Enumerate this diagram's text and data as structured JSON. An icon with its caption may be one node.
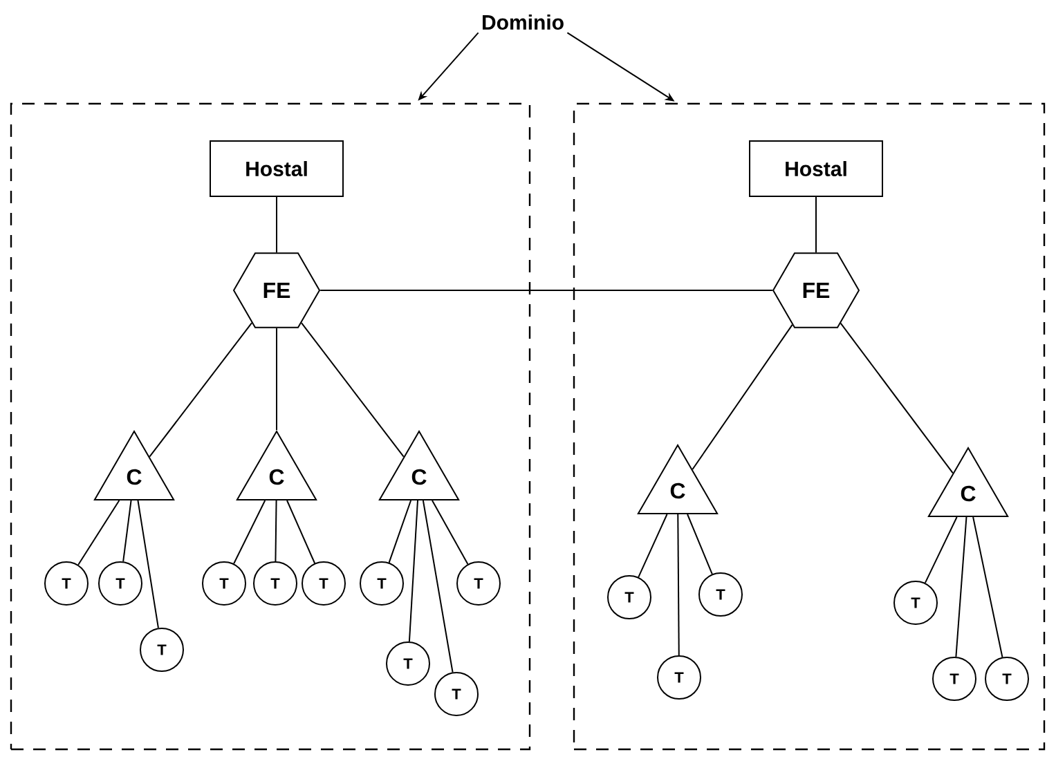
{
  "diagram": {
    "nodes": [
      {
        "text": [
          "Dominio"
        ]
      },
      {
        "text": [],
        "shape": "box"
      },
      {
        "text": [],
        "shape": "box"
      },
      {
        "text": [
          "Hostal"
        ],
        "in": 1
      },
      {
        "text": [
          "FE"
        ],
        "in": 1
      },
      {
        "text": [
          "C"
        ],
        "in": 1
      },
      {
        "text": [
          "C"
        ],
        "in": 1
      },
      {
        "text": [
          "C"
        ],
        "in": 1
      },
      {
        "text": [
          "T"
        ],
        "in": 1
      },
      {
        "text": [
          "T"
        ],
        "in": 1
      },
      {
        "text": [
          "T"
        ],
        "in": 1
      },
      {
        "text": [
          "T"
        ],
        "in": 1
      },
      {
        "text": [
          "T"
        ],
        "in": 1
      },
      {
        "text": [
          "T"
        ],
        "in": 1
      },
      {
        "text": [
          "T"
        ],
        "in": 1
      },
      {
        "text": [
          "T"
        ],
        "in": 1
      },
      {
        "text": [
          "T"
        ],
        "in": 1
      },
      {
        "text": [
          "T"
        ],
        "in": 1
      },
      {
        "text": [
          "Hostal"
        ],
        "in": 2
      },
      {
        "text": [
          "FE"
        ],
        "in": 2
      },
      {
        "text": [
          "C"
        ],
        "in": 2
      },
      {
        "text": [
          "C"
        ],
        "in": 2
      },
      {
        "text": [
          "T"
        ],
        "in": 2
      },
      {
        "text": [
          "T"
        ],
        "in": 2
      },
      {
        "text": [
          "T"
        ],
        "in": 2
      },
      {
        "text": [
          "T"
        ],
        "in": 2
      },
      {
        "text": [
          "T"
        ],
        "in": 2
      },
      {
        "text": [
          "T"
        ],
        "in": 2
      }
    ],
    "edges": [
      {
        "from": 0,
        "to": 1,
        "arrow": "to"
      },
      {
        "from": 0,
        "to": 2,
        "arrow": "to"
      },
      {
        "from": 3,
        "to": 4,
        "arrow": "none"
      },
      {
        "from": 4,
        "to": 19,
        "arrow": "none"
      },
      {
        "from": 4,
        "to": 5,
        "arrow": "none"
      },
      {
        "from": 4,
        "to": 6,
        "arrow": "none"
      },
      {
        "from": 4,
        "to": 7,
        "arrow": "none"
      },
      {
        "from": 5,
        "to": 8,
        "arrow": "none"
      },
      {
        "from": 5,
        "to": 9,
        "arrow": "none"
      },
      {
        "from": 5,
        "to": 10,
        "arrow": "none"
      },
      {
        "from": 6,
        "to": 11,
        "arrow": "none"
      },
      {
        "from": 6,
        "to": 12,
        "arrow": "none"
      },
      {
        "from": 6,
        "to": 13,
        "arrow": "none"
      },
      {
        "from": 7,
        "to": 14,
        "arrow": "none"
      },
      {
        "from": 7,
        "to": 15,
        "arrow": "none"
      },
      {
        "from": 7,
        "to": 16,
        "arrow": "none"
      },
      {
        "from": 7,
        "to": 17,
        "arrow": "none"
      },
      {
        "from": 18,
        "to": 19,
        "arrow": "none"
      },
      {
        "from": 19,
        "to": 20,
        "arrow": "none"
      },
      {
        "from": 19,
        "to": 21,
        "arrow": "none"
      },
      {
        "from": 20,
        "to": 22,
        "arrow": "none"
      },
      {
        "from": 20,
        "to": 23,
        "arrow": "none"
      },
      {
        "from": 20,
        "to": 24,
        "arrow": "none"
      },
      {
        "from": 21,
        "to": 25,
        "arrow": "none"
      },
      {
        "from": 21,
        "to": 26,
        "arrow": "none"
      },
      {
        "from": 21,
        "to": 27,
        "arrow": "none"
      }
    ]
  }
}
